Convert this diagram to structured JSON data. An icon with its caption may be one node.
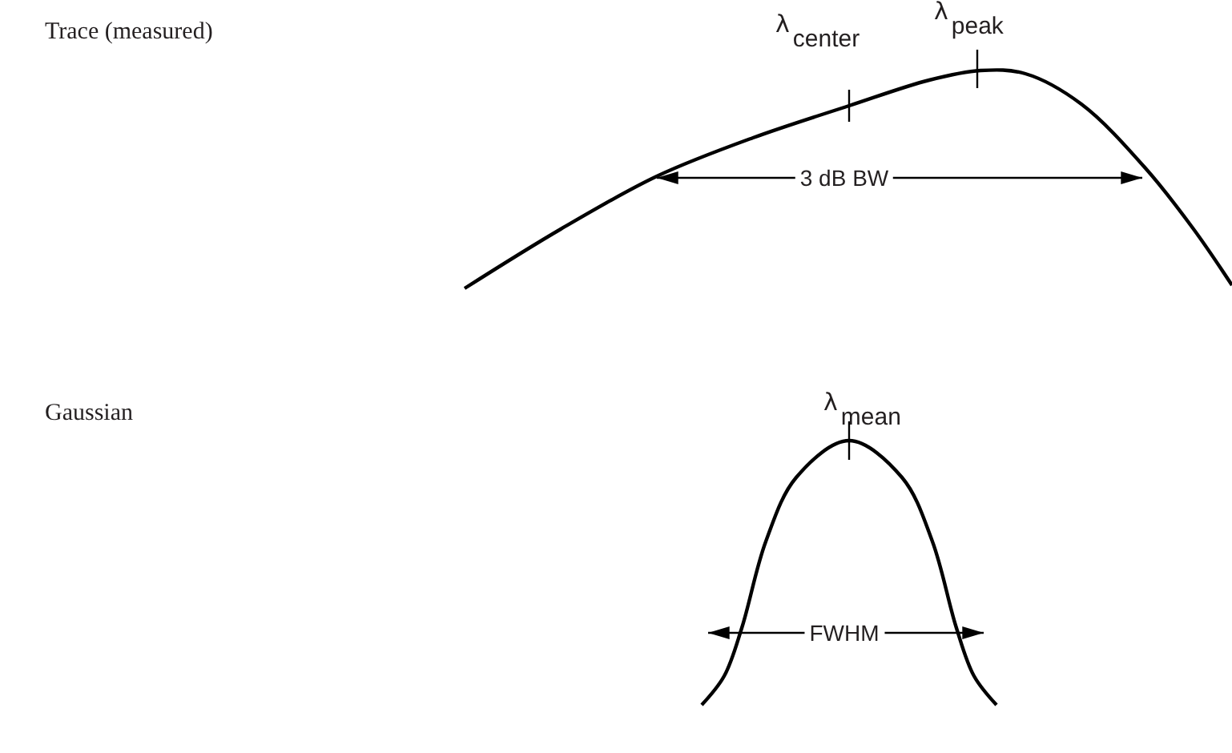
{
  "diagram": {
    "labels": [
      "Trace (measured)",
      "λ$_{center}$",
      "λ$_{peak}$",
      "3 dB BW",
      "Gaussian",
      "λ$_{mean}$",
      "FWHM"
    ]
  }
}
